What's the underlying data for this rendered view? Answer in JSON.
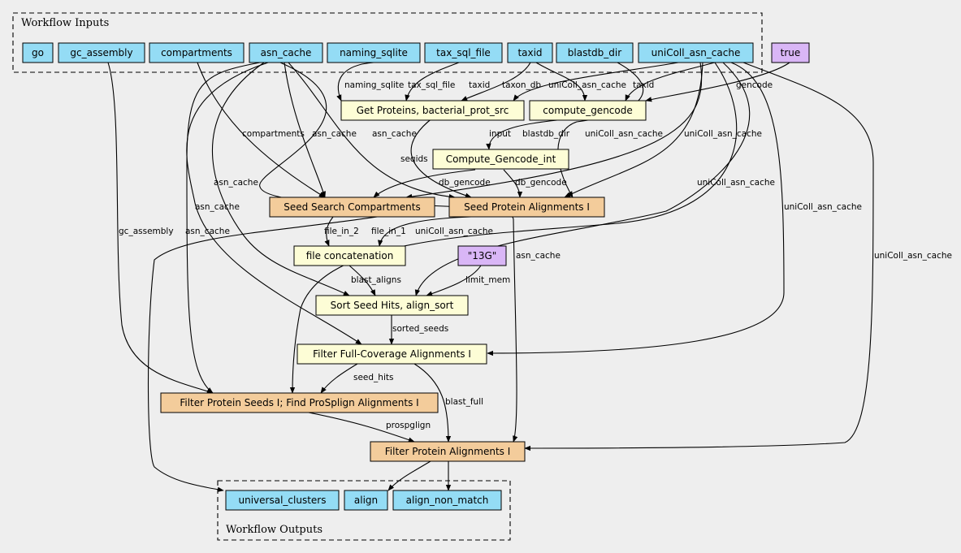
{
  "colors": {
    "input": "#94dcf5",
    "output": "#94dcf5",
    "step": "#fdfdd6",
    "subworkflow": "#f3cc9b",
    "constant": "#d9b6f6",
    "background": "#eeeeee"
  },
  "clusters": {
    "inputs": "Workflow Inputs",
    "outputs": "Workflow Outputs"
  },
  "nodes": {
    "go": "go",
    "gc_assembly": "gc_assembly",
    "compartments": "compartments",
    "asn_cache": "asn_cache",
    "naming_sqlite": "naming_sqlite",
    "tax_sql_file": "tax_sql_file",
    "taxid": "taxid",
    "blastdb_dir": "blastdb_dir",
    "uniColl_asn_cache": "uniColl_asn_cache",
    "const_true": "true",
    "get_proteins": "Get Proteins, bacterial_prot_src",
    "compute_gencode": "compute_gencode",
    "compute_gencode_int": "Compute_Gencode_int",
    "seed_search": "Seed Search Compartments",
    "seed_protein": "Seed Protein Alignments I",
    "file_concat": "file concatenation",
    "const_13g": "\"13G\"",
    "sort_seed": "Sort Seed Hits, align_sort",
    "filter_full": "Filter Full-Coverage Alignments I",
    "filter_seeds": "Filter Protein Seeds I; Find ProSplign Alignments I",
    "filter_protein": "Filter Protein Alignments I",
    "universal_clusters": "universal_clusters",
    "align": "align",
    "align_non_match": "align_non_match"
  },
  "edge_labels": {
    "naming_sqlite": "naming_sqlite",
    "tax_sql_file": "tax_sql_file",
    "taxid": "taxid",
    "taxon_db": "taxon_db",
    "uniColl_asn_cache_gp": "uniColl_asn_cache",
    "taxid_cg": "taxid",
    "gencode": "gencode",
    "compartments": "compartments",
    "asn_cache_ss": "asn_cache",
    "asn_cache_sp": "asn_cache",
    "input": "input",
    "blastdb_dir": "blastdb_dir",
    "uniColl_asn_cache_ss": "uniColl_asn_cache",
    "uniColl_asn_cache_sp": "uniColl_asn_cache",
    "seqids": "seqids",
    "uniColl_asn_cache_sort": "uniColl_asn_cache",
    "db_gencode_ss": "db_gencode",
    "db_gencode_sp": "db_gencode",
    "asn_cache_sort": "asn_cache",
    "asn_cache_ff": "asn_cache",
    "asn_cache_fs": "asn_cache",
    "gc_assembly": "gc_assembly",
    "file_in_2": "file_in_2",
    "file_in_1": "file_in_1",
    "uniColl_asn_cache_fs": "uniColl_asn_cache",
    "asn_cache_fp": "asn_cache",
    "uniColl_asn_cache_ff": "uniColl_asn_cache",
    "uniColl_asn_cache_fp": "uniColl_asn_cache",
    "blast_aligns": "blast_aligns",
    "limit_mem": "limit_mem",
    "sorted_seeds": "sorted_seeds",
    "seed_hits": "seed_hits",
    "blast_full": "blast_full",
    "prospglign": "prospglign"
  }
}
